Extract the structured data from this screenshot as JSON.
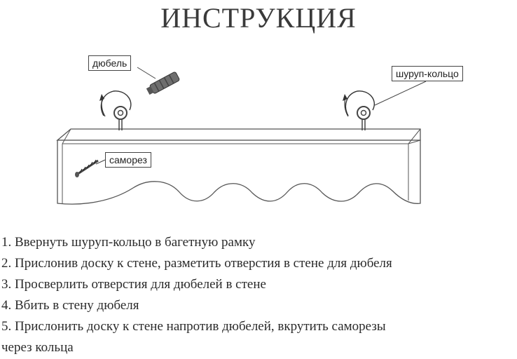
{
  "title": "ИНСТРУКЦИЯ",
  "labels": {
    "dowel": "дюбель",
    "ring_screw": "шуруп-кольцо",
    "self_tapping_screw": "саморез"
  },
  "steps": [
    {
      "num": "1",
      "text": "Ввернуть шуруп-кольцо в багетную рамку"
    },
    {
      "num": "2",
      "text": "Прислонив доску к стене, разметить отверстия в стене для дюбеля"
    },
    {
      "num": "3",
      "text": "Просверлить отверстия для дюбелей в стене"
    },
    {
      "num": "4",
      "text": "Вбить в стену дюбеля"
    },
    {
      "num": "5",
      "text": "Прислонить доску к стене напротив дюбелей, вкрутить саморезы"
    },
    {
      "num": "",
      "text": "через кольца"
    }
  ],
  "colors": {
    "line": "#555555",
    "fill": "#ffffff",
    "dowel": "#6e6e6e"
  }
}
